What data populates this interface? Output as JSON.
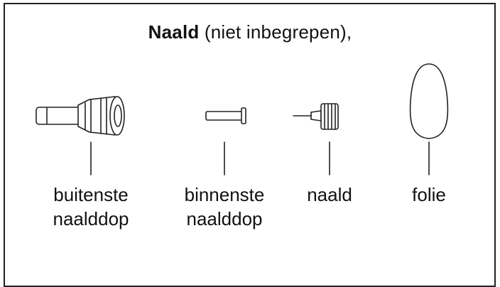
{
  "title": {
    "bold": "Naald",
    "rest": " (niet inbegrepen),"
  },
  "parts": [
    {
      "line1": "buitenste",
      "line2": "naalddop"
    },
    {
      "line1": "binnenste",
      "line2": "naalddop"
    },
    {
      "line1": "naald",
      "line2": ""
    },
    {
      "line1": "folie",
      "line2": ""
    }
  ]
}
